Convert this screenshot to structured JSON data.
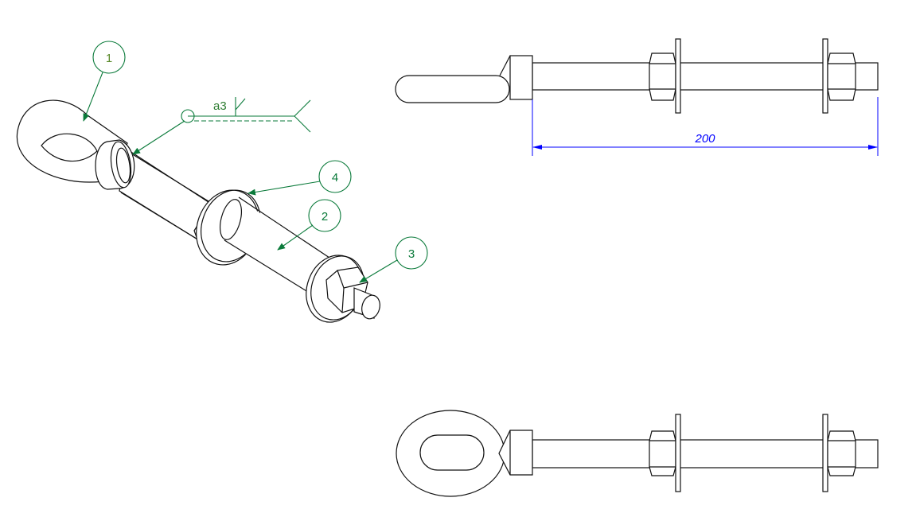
{
  "balloons": [
    {
      "label": "1"
    },
    {
      "label": "2"
    },
    {
      "label": "3"
    },
    {
      "label": "4"
    }
  ],
  "weld": {
    "label": "a3"
  },
  "dimension": {
    "value": "200"
  },
  "colors": {
    "part": "#111111",
    "annotation": "#0a7a3a",
    "dimension": "#0000ff",
    "weld_text": "#2e7d32"
  }
}
